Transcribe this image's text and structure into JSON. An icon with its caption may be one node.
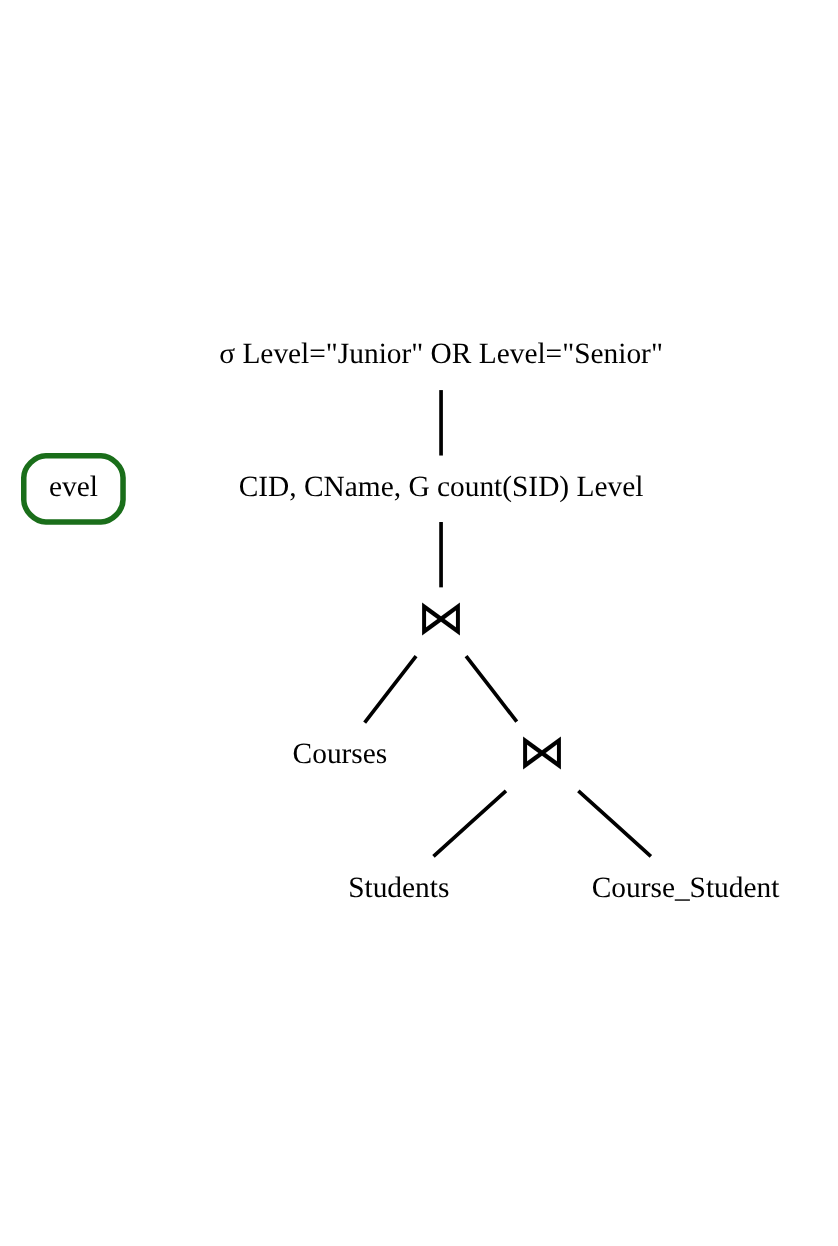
{
  "diagram": {
    "nodes": [
      {
        "text": [
          "σ Level=\"Junior\" OR Level=\"Senior\""
        ]
      },
      {
        "text": [
          "CID, CName, G count(SID) Level"
        ]
      },
      {
        "text": [
          "⋈"
        ]
      },
      {
        "text": [
          "Courses"
        ]
      },
      {
        "text": [
          "⋈"
        ]
      },
      {
        "text": [
          "Students"
        ]
      },
      {
        "text": [
          "Course_Student"
        ]
      },
      {
        "text": [
          "evel"
        ]
      }
    ],
    "edges": [
      {
        "from": 0,
        "to": 1,
        "arrow": "none"
      },
      {
        "from": 1,
        "to": 2,
        "arrow": "none"
      },
      {
        "from": 2,
        "to": 4,
        "arrow": "none"
      },
      {
        "from": 2,
        "to": 3,
        "arrow": "none"
      },
      {
        "from": 4,
        "to": 5,
        "arrow": "none"
      },
      {
        "from": 4,
        "to": 6,
        "arrow": "none"
      }
    ]
  }
}
